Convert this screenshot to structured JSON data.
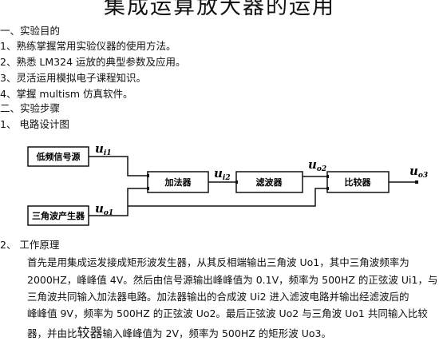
{
  "title": "集成运算放大器的运用",
  "sections": {
    "s1_heading": "一、实验目的",
    "s1_items": [
      "1、熟练掌握常用实验仪器的使用方法。",
      "2、熟悉 LM324 运放的典型参数及应用。",
      "3、灵活运用模拟电子课程知识。",
      "4、掌握 multism 仿真软件。"
    ],
    "s2_heading": "二、实验步骤",
    "step1": "1、  电路设计图",
    "step2": "2、  工作原理"
  },
  "diagram": {
    "boxes": {
      "low_freq": "低频信号源",
      "triangle": "三角波产生器",
      "adder": "加法器",
      "filter": "滤波器",
      "comparator": "比较器"
    },
    "signals": {
      "ui1": {
        "main": "u",
        "sub": "i1"
      },
      "uo1": {
        "main": "u",
        "sub": "o1"
      },
      "ui2": {
        "main": "u",
        "sub": "i2"
      },
      "uo2": {
        "main": "u",
        "sub": "o2"
      },
      "uo3": {
        "main": "u",
        "sub": "o3"
      }
    }
  },
  "principle": {
    "line1": "首先是用集成运发接成矩形波发生器，从其反相端输出三角波 Uo1，其中三角波频率为",
    "line2": "2000HZ，峰峰值 4V。然后由信号源输出峰峰值为 0.1V，频率为 500HZ 的正弦波 Ui1，与",
    "line3": "三角波共同输入加法器电路。加法器输出的合成波 Ui2 进入滤波电路并输出经滤波后的",
    "line4": "峰峰值 9V，频率为 500HZ 的正弦波 Uo2。最后正弦波 Uo2 与三角波 Uo1 共同输入比较",
    "line5_a": "器，并由比",
    "line5_b": "较器",
    "line5_c": "输入峰峰值为 2V，频率为 500HZ 的矩形波 Uo3。"
  }
}
